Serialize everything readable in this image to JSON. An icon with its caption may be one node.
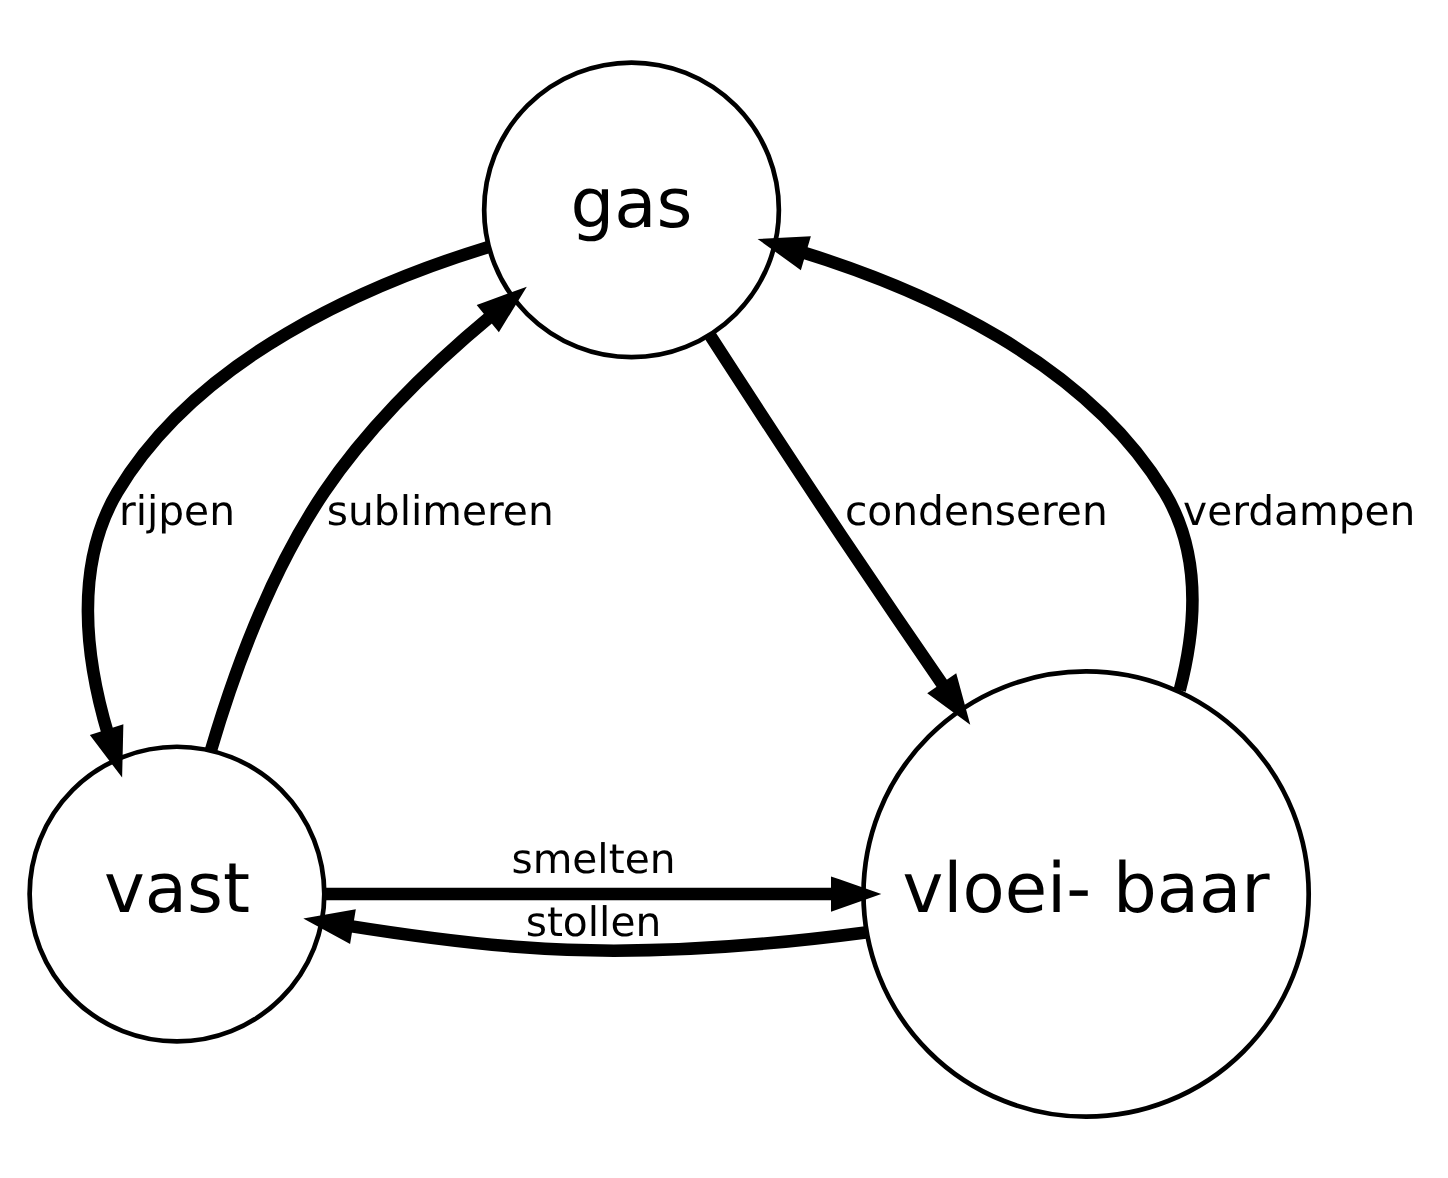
{
  "diagram": {
    "nodes": [
      {
        "text": [
          "gas"
        ]
      },
      {
        "text": [
          "vast"
        ]
      },
      {
        "text": [
          "vloei- baar"
        ]
      }
    ],
    "edges": [
      {
        "from": 1,
        "to": 0,
        "arrow": "to",
        "label": "sublimeren"
      },
      {
        "from": 0,
        "to": 1,
        "arrow": "to",
        "label": "rijpen"
      },
      {
        "from": 0,
        "to": 2,
        "arrow": "to",
        "label": "condenseren"
      },
      {
        "from": 2,
        "to": 0,
        "arrow": "to",
        "label": "verdampen"
      },
      {
        "from": 1,
        "to": 2,
        "arrow": "to",
        "label": "smelten"
      },
      {
        "from": 2,
        "to": 1,
        "arrow": "to",
        "label": "stollen"
      }
    ]
  }
}
